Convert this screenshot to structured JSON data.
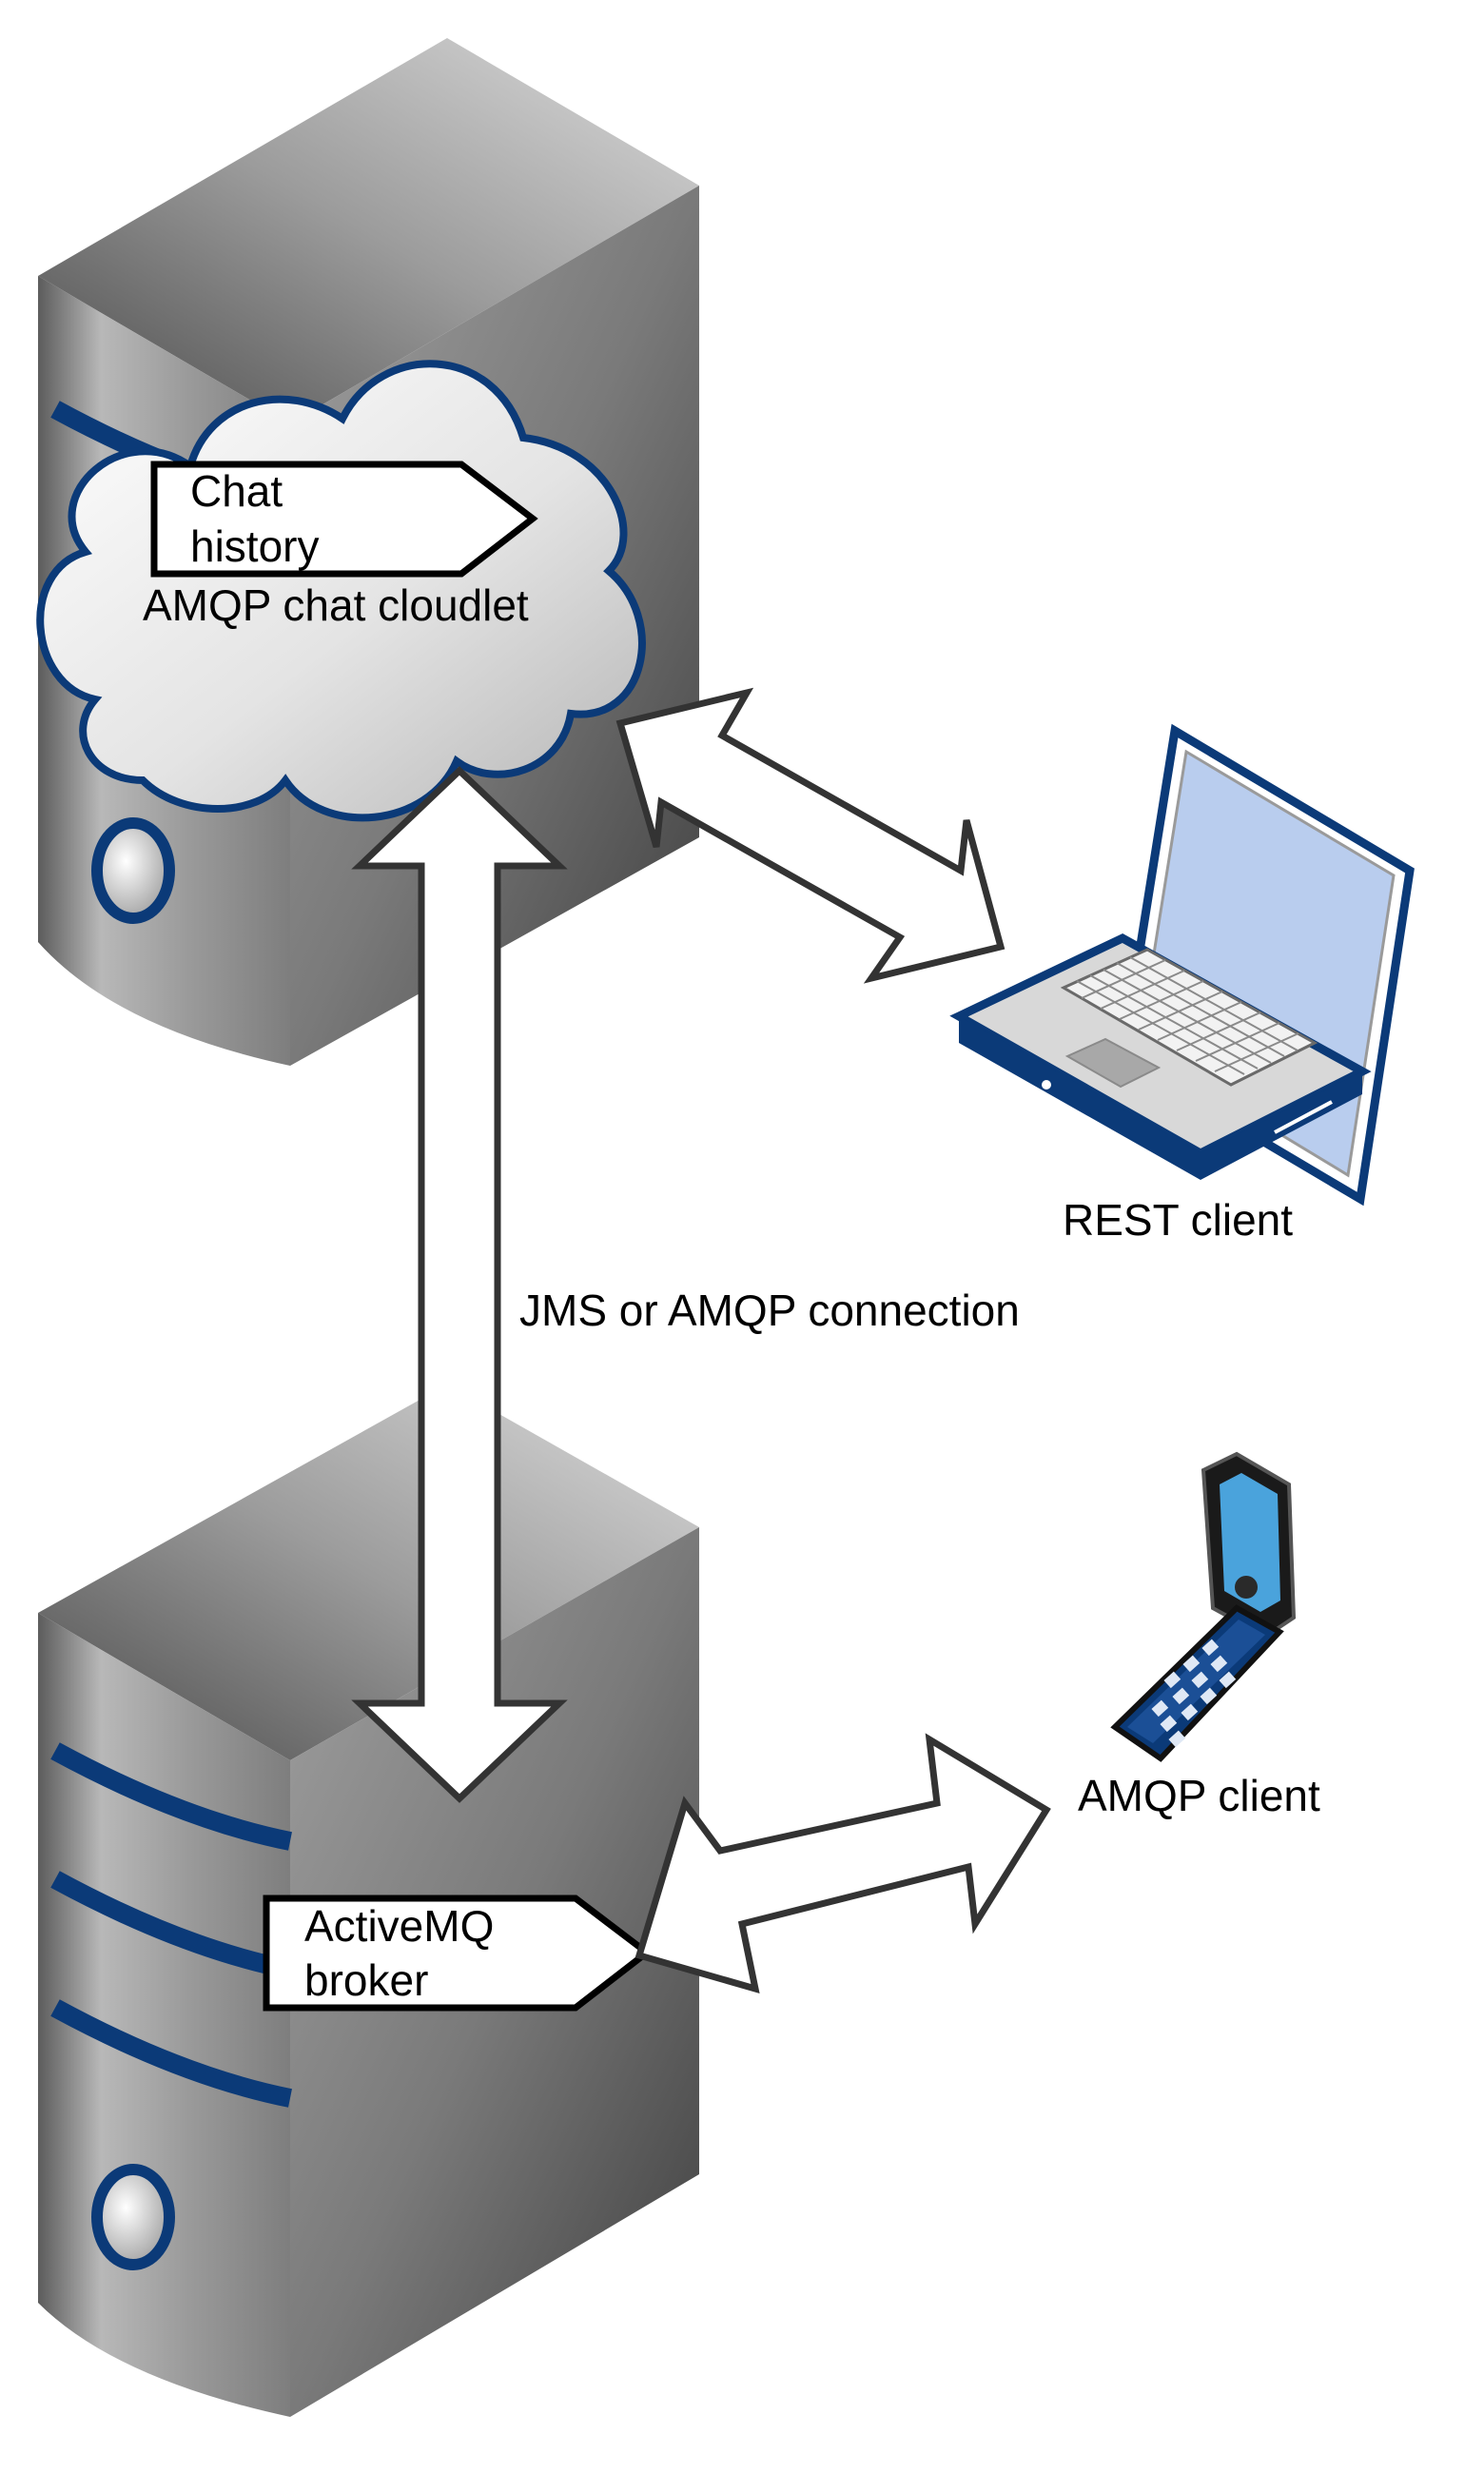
{
  "nodes": {
    "top_server": {
      "cloud_label": "AMQP chat cloudlet",
      "tag_lines": [
        "Chat",
        "history"
      ]
    },
    "bottom_server": {
      "tag_lines": [
        "ActiveMQ",
        "broker"
      ]
    },
    "laptop": {
      "label": "REST client"
    },
    "phone": {
      "label": "AMQP client"
    }
  },
  "edges": [
    {
      "from": "top_server",
      "to": "bottom_server",
      "label": "JMS or AMQP connection"
    },
    {
      "from": "top_server",
      "to": "laptop",
      "label": ""
    },
    {
      "from": "bottom_server",
      "to": "phone",
      "label": ""
    }
  ],
  "colors": {
    "accent_blue": "#0b3a78",
    "server_gray": "#8c8c8c",
    "screen_blue": "#b9cdee",
    "phone_screen": "#4aa3dc"
  }
}
